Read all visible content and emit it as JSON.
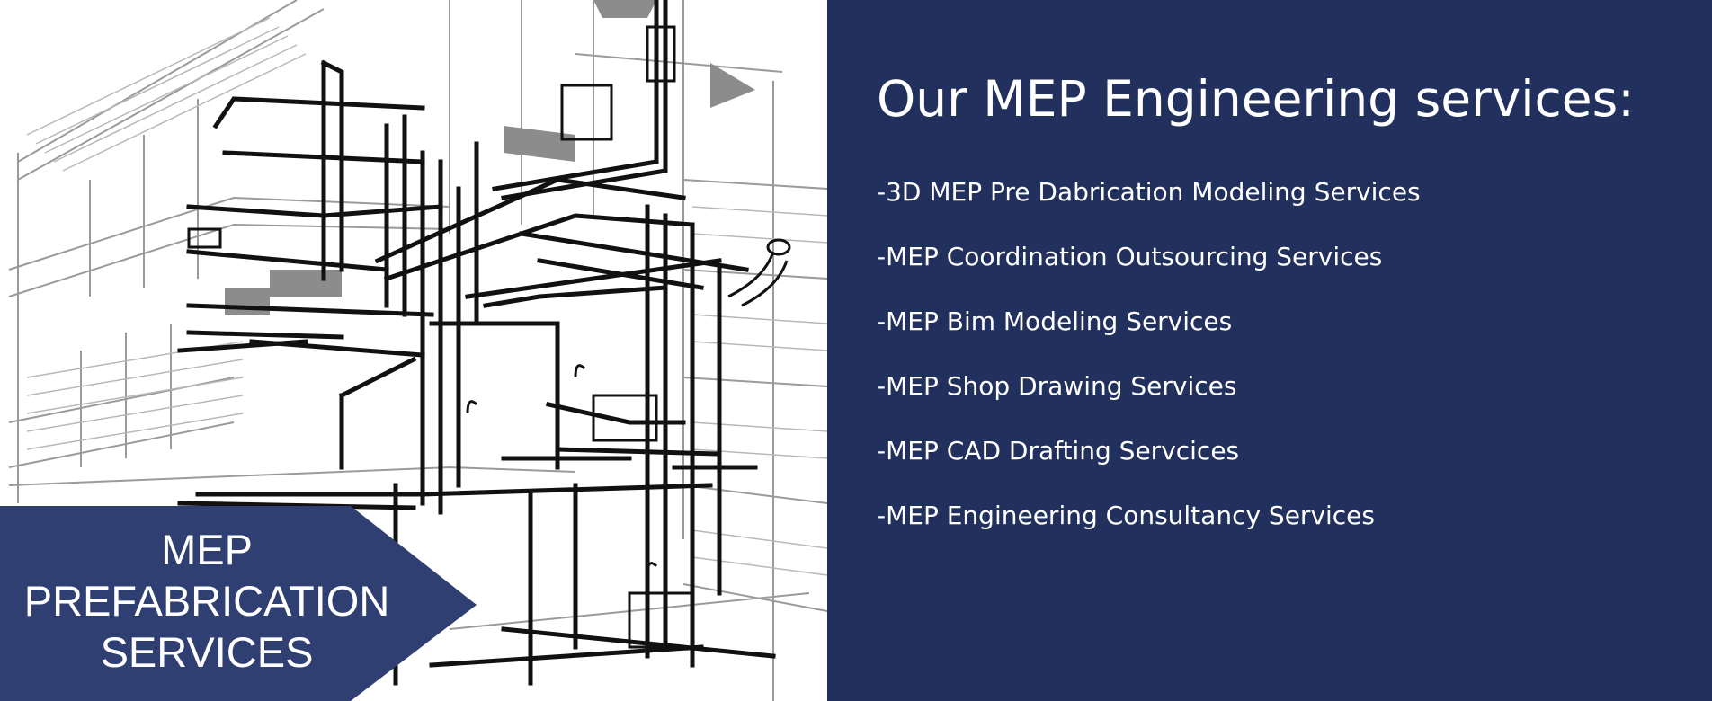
{
  "colors": {
    "panel_background": "#22305e",
    "ribbon_background": "#2f3f72",
    "text": "#ffffff",
    "drawing_line": "#111111"
  },
  "illustration": {
    "name": "mep-pipe-network-drawing-icon"
  },
  "ribbon": {
    "lines": [
      "MEP",
      "PREFABRICATION",
      "SERVICES"
    ]
  },
  "panel": {
    "title": "Our MEP Engineering services:",
    "items": [
      "-3D MEP Pre Dabrication Modeling Services",
      "-MEP Coordination Outsourcing Services",
      "-MEP Bim Modeling Services",
      "-MEP Shop Drawing Services",
      "-MEP CAD Drafting Servcices",
      "-MEP Engineering Consultancy Services"
    ]
  }
}
